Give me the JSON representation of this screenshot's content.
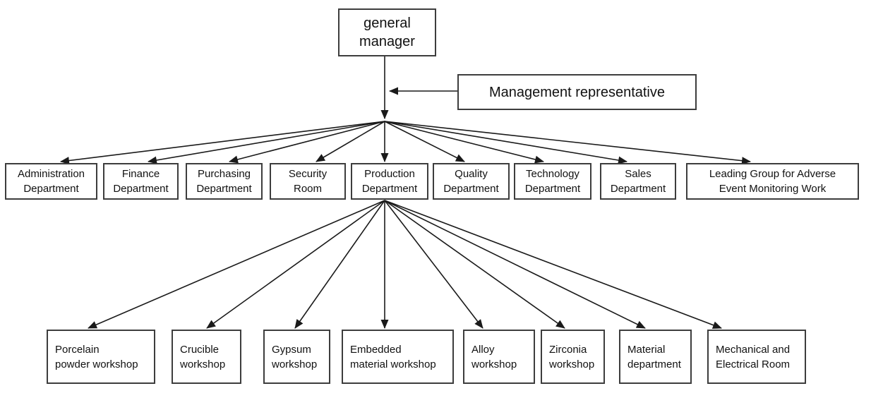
{
  "diagram": {
    "root": {
      "lines": [
        "general",
        "manager"
      ]
    },
    "staff": {
      "label": "Management representative"
    },
    "departments": [
      {
        "name": "administration-department",
        "lines": [
          "Administration",
          "Department"
        ]
      },
      {
        "name": "finance-department",
        "lines": [
          "Finance",
          "Department"
        ]
      },
      {
        "name": "purchasing-department",
        "lines": [
          "Purchasing",
          "Department"
        ]
      },
      {
        "name": "security-room",
        "lines": [
          "Security",
          "Room"
        ]
      },
      {
        "name": "production-department",
        "lines": [
          "Production",
          "Department"
        ]
      },
      {
        "name": "quality-department",
        "lines": [
          "Quality",
          "Department"
        ]
      },
      {
        "name": "technology-department",
        "lines": [
          "Technology",
          "Department"
        ]
      },
      {
        "name": "sales-department",
        "lines": [
          "Sales",
          "Department"
        ]
      },
      {
        "name": "leading-group-adverse-event",
        "lines": [
          "Leading Group for Adverse",
          "Event Monitoring Work"
        ]
      }
    ],
    "production_units": [
      {
        "name": "porcelain-powder-workshop",
        "lines": [
          "Porcelain",
          "powder workshop"
        ]
      },
      {
        "name": "crucible-workshop",
        "lines": [
          "Crucible",
          "workshop"
        ]
      },
      {
        "name": "gypsum-workshop",
        "lines": [
          "Gypsum",
          "workshop"
        ]
      },
      {
        "name": "embedded-material-workshop",
        "lines": [
          "Embedded",
          "material workshop"
        ]
      },
      {
        "name": "alloy-workshop",
        "lines": [
          "Alloy",
          "workshop"
        ]
      },
      {
        "name": "zirconia-workshop",
        "lines": [
          "Zirconia",
          "workshop"
        ]
      },
      {
        "name": "material-department",
        "lines": [
          "Material",
          "department"
        ]
      },
      {
        "name": "mechanical-electrical-room",
        "lines": [
          "Mechanical and",
          "Electrical Room"
        ]
      }
    ],
    "colors": {
      "line": "#1a1a1a",
      "border": "#3d3d3d",
      "text": "#111111",
      "background": "#ffffff"
    }
  }
}
